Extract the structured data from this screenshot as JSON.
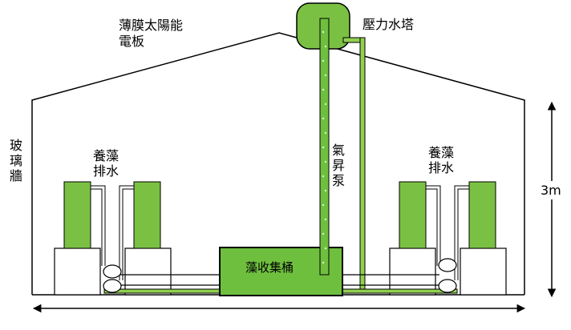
{
  "labels": {
    "solar_panel": "薄膜太陽能電板",
    "pressure_tower": "壓力水塔",
    "glass_wall": "玻璃牆",
    "drain_left": "養藻排水",
    "drain_right": "養藻排水",
    "air_pump": "氣昇泵",
    "collector": "藻收集桶",
    "height": "3m"
  },
  "colors": {
    "green_fill": "#6fbf3f",
    "green_stroke": "#3d7a1e",
    "pipe_fill": "#92d050",
    "outline": "#000000"
  }
}
